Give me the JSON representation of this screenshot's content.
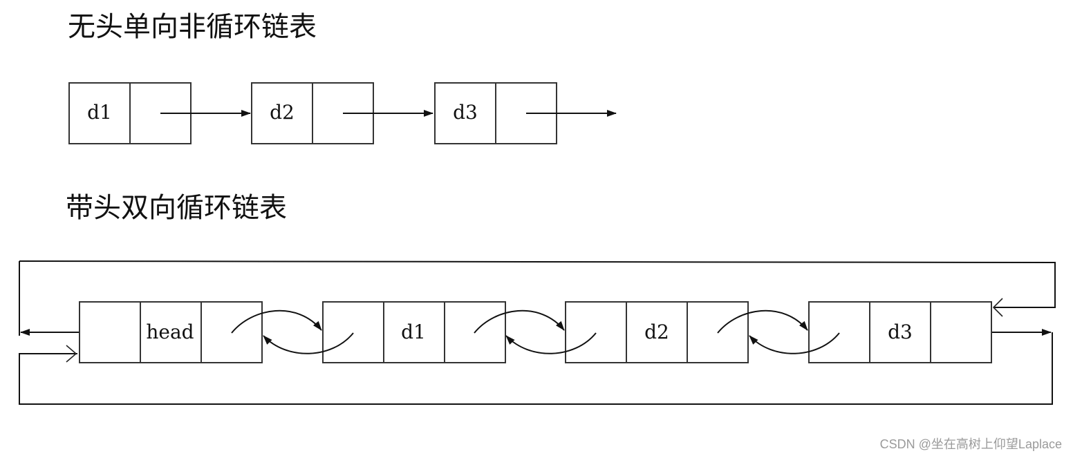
{
  "singly": {
    "title": "无头单向非循环链表",
    "nodes": [
      "d1",
      "d2",
      "d3"
    ]
  },
  "doubly": {
    "title": "带头双向循环链表",
    "nodes": [
      "head",
      "d1",
      "d2",
      "d3"
    ]
  },
  "watermark": "CSDN @坐在高树上仰望Laplace"
}
